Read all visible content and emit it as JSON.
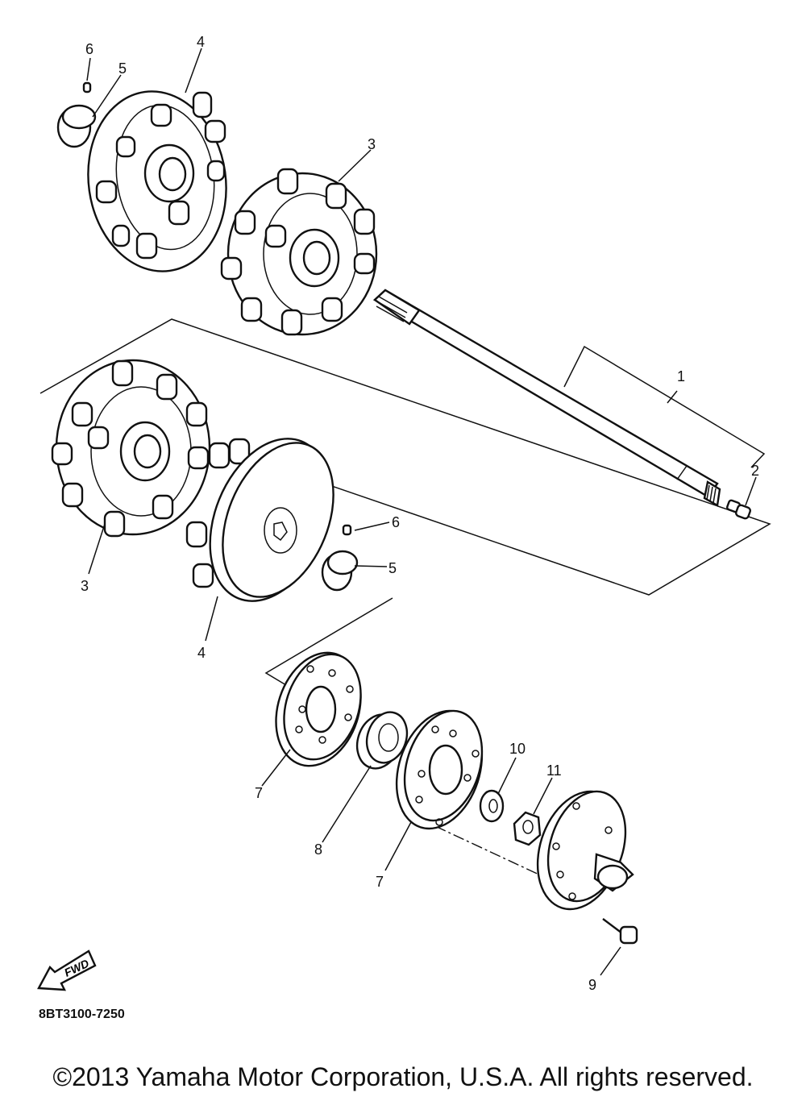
{
  "diagram": {
    "part_code": "8BT3100-7250",
    "copyright": "©2013 Yamaha Motor Corporation, U.S.A. All rights reserved.",
    "fwd_label": "FWD",
    "callouts": {
      "c1": "1",
      "c2": "2",
      "c3a": "3",
      "c3b": "3",
      "c4a": "4",
      "c4b": "4",
      "c5a": "5",
      "c5b": "5",
      "c6a": "6",
      "c6b": "6",
      "c7a": "7",
      "c7b": "7",
      "c8": "8",
      "c9": "9",
      "c10": "10",
      "c11": "11"
    }
  }
}
